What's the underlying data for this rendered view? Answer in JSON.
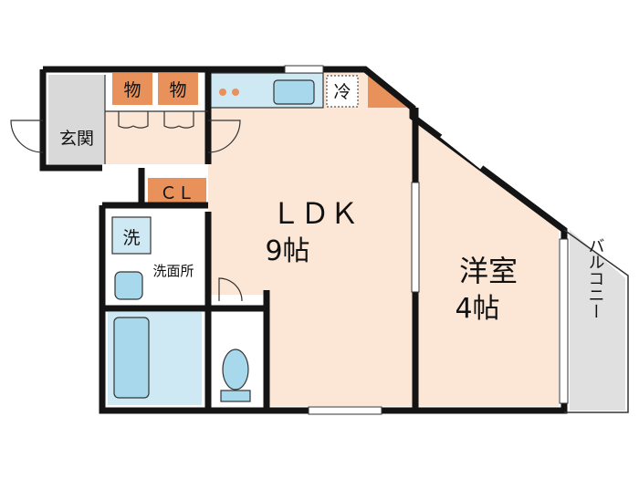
{
  "colors": {
    "wall": "#141414",
    "floor_ldk": "#fce6d6",
    "floor_room": "#fce6d6",
    "floor_wet": "#ffffff",
    "tile_blue": "#cfe9f4",
    "fixture_blue": "#a8d8ec",
    "storage": "#e8915a",
    "entrance": "#d9d9d9",
    "balcony": "#e0e0e0",
    "outline": "#333333"
  },
  "rooms": {
    "ldk": {
      "name": "ＬＤＫ",
      "size": "9帖"
    },
    "western": {
      "name": "洋室",
      "size": "4帖"
    },
    "entrance": {
      "name": "玄関"
    },
    "closet": {
      "name": "ＣＬ"
    },
    "storage_1": {
      "name": "物"
    },
    "storage_2": {
      "name": "物"
    },
    "washroom": {
      "name": "洗面所"
    },
    "washer": {
      "name": "洗"
    },
    "fridge": {
      "name": "冷"
    },
    "balcony": {
      "name": "バルコニー"
    }
  }
}
